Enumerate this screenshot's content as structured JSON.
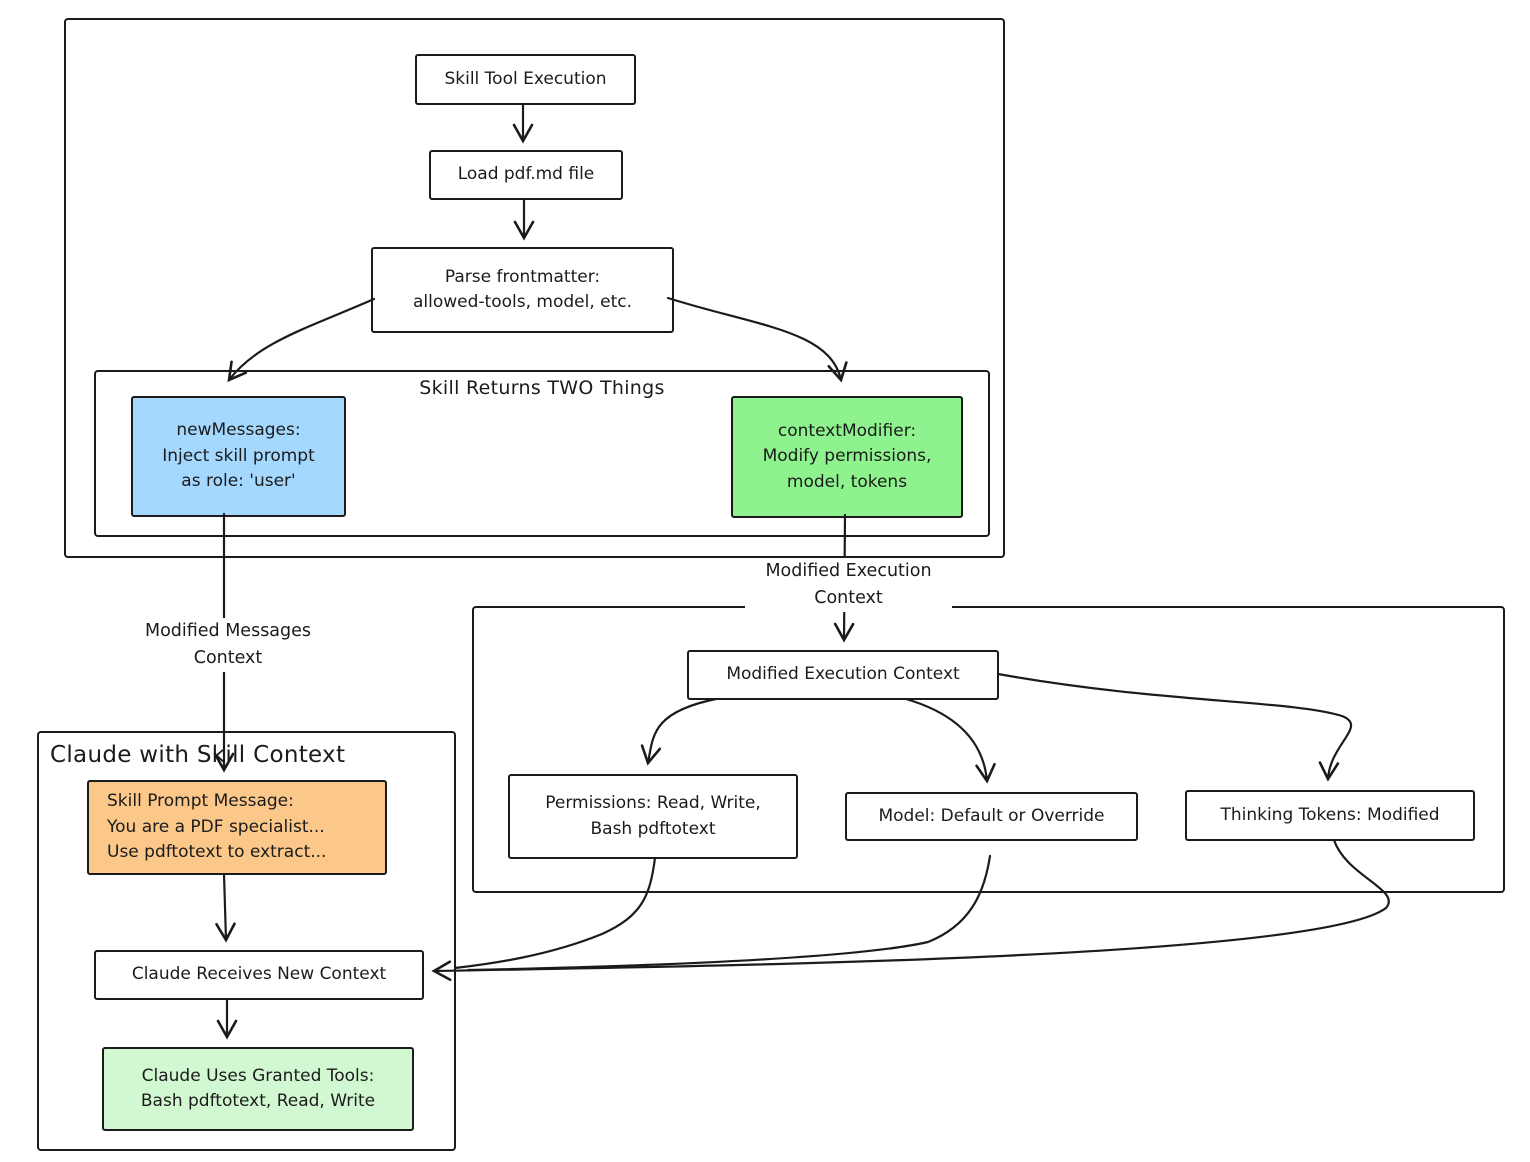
{
  "diagram": {
    "containers": {
      "skill_returns_title": "Skill Returns TWO Things",
      "claude_context_title": "Claude with Skill Context"
    },
    "nodes": {
      "skill_tool_execution": "Skill Tool Execution",
      "load_pdf": "Load pdf.md file",
      "parse_frontmatter": "Parse frontmatter:\nallowed-tools, model, etc.",
      "new_messages": "newMessages:\nInject skill prompt\nas role: 'user'",
      "context_modifier": "contextModifier:\nModify permissions,\nmodel, tokens",
      "modified_execution_context": "Modified Execution Context",
      "permissions": "Permissions: Read, Write,\nBash pdftotext",
      "model": "Model: Default or Override",
      "thinking_tokens": "Thinking Tokens: Modified",
      "skill_prompt": "Skill Prompt Message:\nYou are a PDF specialist...\nUse pdftotext to extract...",
      "claude_receives": "Claude Receives New Context",
      "claude_uses_tools": "Claude Uses Granted Tools:\nBash pdftotext, Read, Write"
    },
    "edge_labels": {
      "modified_messages": "Modified Messages\nContext",
      "modified_execution": "Modified Execution\nContext"
    },
    "colors": {
      "blue": "#a5d8ff",
      "green": "#8ef28e",
      "orange": "#fbc88a",
      "pale_green": "#d2f8d2",
      "stroke": "#1b1b1b"
    }
  }
}
